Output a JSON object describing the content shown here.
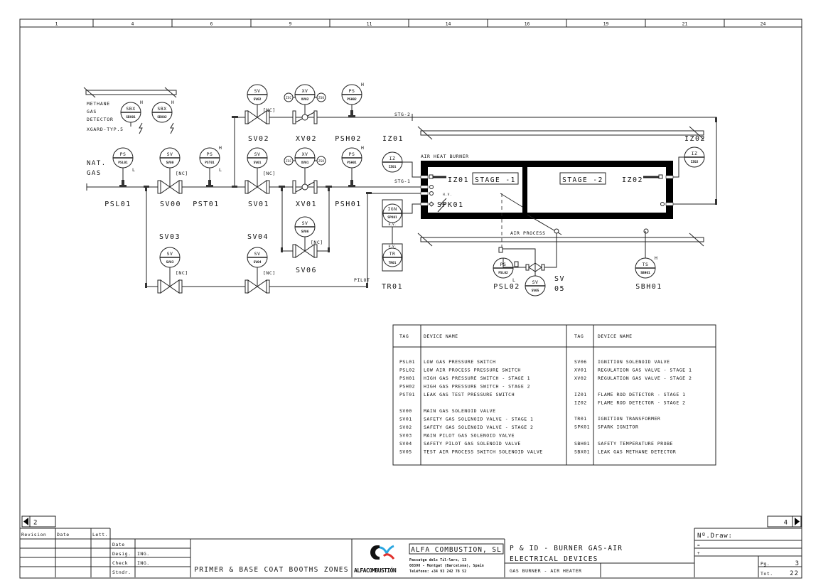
{
  "ruler": [
    "1",
    "4",
    "6",
    "9",
    "11",
    "14",
    "16",
    "19",
    "21",
    "24"
  ],
  "methane": {
    "lines": [
      "METHANE",
      "GAS",
      "DETECTOR",
      "XGARD-TYP.5"
    ]
  },
  "instruments": [
    {
      "id": "SBX01",
      "fn": "SBX",
      "tag": "SBX01",
      "mark": "H"
    },
    {
      "id": "SBX02",
      "fn": "SBX",
      "tag": "SBX02",
      "mark": "H"
    },
    {
      "id": "PSL01",
      "fn": "PS",
      "tag": "PSL01",
      "mark": "L"
    },
    {
      "id": "SV00",
      "fn": "SV",
      "tag": "SV00",
      "note": "[NC]"
    },
    {
      "id": "PST01",
      "fn": "PS",
      "tag": "PST01",
      "mark": "H",
      "mark2": "L"
    },
    {
      "id": "SV02",
      "fn": "SV",
      "tag": "SV02",
      "note": "[NC]"
    },
    {
      "id": "XV02",
      "fn": "XV",
      "tag": "XV02"
    },
    {
      "id": "PSH02",
      "fn": "PS",
      "tag": "PSH02",
      "mark": "H"
    },
    {
      "id": "SV01",
      "fn": "SV",
      "tag": "SV01",
      "note": "[NC]"
    },
    {
      "id": "XV01",
      "fn": "XV",
      "tag": "XV01"
    },
    {
      "id": "PSH01",
      "fn": "PS",
      "tag": "PSH01",
      "mark": "H"
    },
    {
      "id": "IZ01",
      "fn": "IZ",
      "tag": "IZ01"
    },
    {
      "id": "IZ02",
      "fn": "IZ",
      "tag": "IZ02"
    },
    {
      "id": "SV06",
      "fn": "SV",
      "tag": "SV06",
      "note": "[NC]"
    },
    {
      "id": "SV03",
      "fn": "SV",
      "tag": "SV03",
      "note": "[NC]"
    },
    {
      "id": "SV04",
      "fn": "SV",
      "tag": "SV04",
      "note": "[NC]"
    },
    {
      "id": "PSL02",
      "fn": "PS",
      "tag": "PSL02",
      "mark": "L"
    },
    {
      "id": "SV05",
      "fn": "SV",
      "tag": "SV05"
    },
    {
      "id": "SBH01",
      "fn": "TS",
      "tag": "SBH01",
      "mark": "H"
    }
  ],
  "limit_switches": {
    "closed": "ZSC",
    "open": "ZSO"
  },
  "ign_box": {
    "fn": "IGN",
    "tag": "SPK01",
    "sub": "H.V."
  },
  "tr_box": {
    "fn": "TR",
    "tag": "TR01",
    "sup": "H.V."
  },
  "labels": {
    "natgas1": "NAT.",
    "natgas2": "GAS",
    "PSL01": "PSL01",
    "SV00": "SV00",
    "PST01": "PST01",
    "SV01": "SV01",
    "XV01": "XV01",
    "PSH01": "PSH01",
    "SV02": "SV02",
    "XV02": "XV02",
    "PSH02": "PSH02",
    "IZ01top": "IZ01",
    "IZ02top": "IZ02",
    "STG2": "STG-2",
    "STG1": "STG-1",
    "SV06": "SV06",
    "SV03": "SV03",
    "SV04": "SV04",
    "PILOT": "PILOT",
    "TR01": "TR01",
    "PSL02": "PSL02",
    "SV05a": "SV",
    "SV05b": "05",
    "SBH01": "SBH01",
    "airheat": "AIR HEAT BURNER",
    "stage1": "STAGE -1",
    "stage2": "STAGE -2",
    "IZ01in": "IZ01",
    "IZ02in": "IZ02",
    "SPK01": "SPK01",
    "hv": "H.V.",
    "airprocess": "AIR PROCESS"
  },
  "legend": {
    "headers": {
      "tag": "TAG",
      "name": "DEVICE NAME"
    },
    "left": [
      [
        [
          "PSL01",
          "LOW GAS PRESSURE SWITCH"
        ],
        [
          "PSL02",
          "LOW AIR PROCESS PRESSURE SWITCH"
        ],
        [
          "PSH01",
          "HIGH GAS PRESSURE SWITCH - STAGE 1"
        ],
        [
          "PSH02",
          "HIGH GAS PRESSURE SWITCH - STAGE 2"
        ],
        [
          "PST01",
          "LEAK GAS TEST PRESSURE SWITCH"
        ]
      ],
      [
        [
          "SV00",
          "MAIN GAS SOLENOID VALVE"
        ],
        [
          "SV01",
          "SAFETY GAS SOLENOID VALVE - STAGE 1"
        ],
        [
          "SV02",
          "SAFETY GAS SOLENOID VALVE - STAGE 2"
        ],
        [
          "SV03",
          "MAIN PILOT GAS SOLENOID VALVE"
        ],
        [
          "SV04",
          "SAFETY PILOT GAS SOLENOID VALVE"
        ],
        [
          "SV05",
          "TEST AIR PROCESS SWITCH SOLENOID VALVE"
        ]
      ]
    ],
    "right": [
      [
        [
          "SV06",
          "IGNITION SOLENOID VALVE"
        ],
        [
          "XV01",
          "REGULATION GAS VALVE - STAGE 1"
        ],
        [
          "XV02",
          "REGULATION GAS VALVE - STAGE 2"
        ]
      ],
      [
        [
          "IZ01",
          "FLAME ROD DETECTOR - STAGE 1"
        ],
        [
          "IZ02",
          "FLAME ROD DETECTOR - STAGE 2"
        ]
      ],
      [
        [
          "TR01",
          "IGNITION TRANSFORMER"
        ],
        [
          "SPK01",
          "SPARK IGNITOR"
        ]
      ],
      [
        [
          "SBH01",
          "SAFETY TEMPERATURE PROBE"
        ],
        [
          "SBX01",
          "LEAK GAS METHANE DETECTOR"
        ]
      ]
    ]
  },
  "nav": {
    "prev": "2",
    "next": "4"
  },
  "title_block": {
    "rev_headers": [
      "Revision",
      "Date",
      "Lett."
    ],
    "sign_rows": [
      [
        "Date",
        ""
      ],
      [
        "Desig.",
        "ING."
      ],
      [
        "Check",
        "ING."
      ],
      [
        "Stndr.",
        ""
      ]
    ],
    "project": "PRIMER & BASE COAT BOOTHS ZONES",
    "logo_text": "ALFACOMBUSTIÓN",
    "company": "ALFA COMBUSTION, SL",
    "address": [
      "Passatge dels Til-lers, 13",
      "08390 - Montgat (Barcelona), Spain",
      "Teléfono: +34 93 242 78 52"
    ],
    "title1": "P & ID - BURNER GAS-AIR",
    "title2": "ELECTRICAL DEVICES",
    "subtitle": "GAS BURNER - AIR HEATER",
    "draw_no_label": "Nº.Draw:",
    "eq": "=",
    "plus": "+",
    "pg_label": "Pg.",
    "pg": "3",
    "tot_label": "Tot.",
    "tot": "22"
  },
  "colors": {
    "logo_red": "#e0312d",
    "logo_blue": "#2aa6e0",
    "ink": "#111111"
  }
}
